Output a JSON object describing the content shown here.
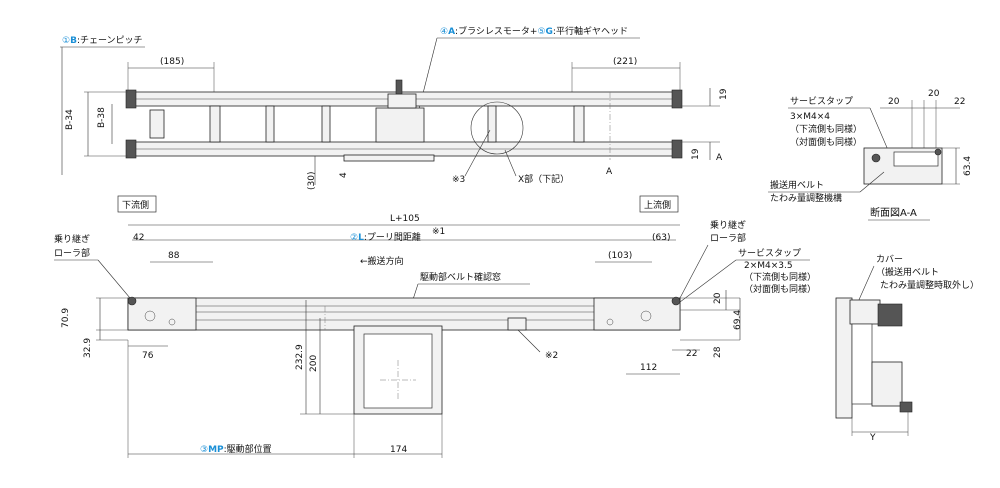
{
  "top_view": {
    "circ1": "①",
    "b_key": "B",
    "b_label": ":チェーンピッチ",
    "circ4": "④",
    "a_key": "A",
    "a_label": ":ブラシレスモータ+",
    "circ5": "⑤",
    "g_key": "G",
    "g_label": ":平行軸ギヤヘッド",
    "dim_185": "(185)",
    "dim_221": "(221)",
    "dim_b34": "B-34",
    "dim_b38": "B-38",
    "dim_19_top": "19",
    "dim_19_bot": "19",
    "dim_a_mark": "A",
    "dim_a_mark2": "A",
    "dim_30": "(30)",
    "dim_4": "4",
    "note3": "※3",
    "xpart": "X部（下記）"
  },
  "section": {
    "title": "断面図A-A",
    "service_tap": "サービスタップ",
    "tap_spec": "3×M4×4",
    "downstream_same": "（下流側も同様）",
    "opposite_same": "（対面側も同様）",
    "belt_line1": "搬送用ベルト",
    "belt_line2": "たわみ量調整機構",
    "dim_20a": "20",
    "dim_20b": "20",
    "dim_22": "22",
    "dim_634": "63.4"
  },
  "front_view": {
    "downstream": "下流側",
    "upstream": "上流側",
    "dim_l105": "L+105",
    "circ2": "②",
    "l_key": "L",
    "l_label": ":プーリ間距離",
    "l_note": "※1",
    "dim_42": "42",
    "dim_63": "(63)",
    "dim_88": "88",
    "dim_103": "(103)",
    "joint_left_1": "乗り継ぎ",
    "joint_left_2": "ローラ部",
    "joint_right_1": "乗り継ぎ",
    "joint_right_2": "ローラ部",
    "conveying_dir": "←搬送方向",
    "confirm_window": "駆動部ベルト確認窓",
    "service_tap": "サービスタップ",
    "tap_spec": "2×M4×3.5",
    "downstream_same": "（下流側も同様）",
    "opposite_same": "（対面側も同様）",
    "dim_709": "70.9",
    "dim_329": "32.9",
    "dim_76": "76",
    "dim_2329": "232.9",
    "dim_200": "200",
    "note2": "※2",
    "dim_20": "20",
    "dim_694": "69.4",
    "dim_22": "22",
    "dim_28": "28",
    "dim_112": "112",
    "circ3": "③",
    "mp_key": "MP",
    "mp_label": ":駆動部位置",
    "dim_174": "174"
  },
  "side_view": {
    "cover": "カバー",
    "cover_note1": "（搬送用ベルト",
    "cover_note2": "たわみ量調整時取外し）",
    "dim_y": "Y"
  }
}
